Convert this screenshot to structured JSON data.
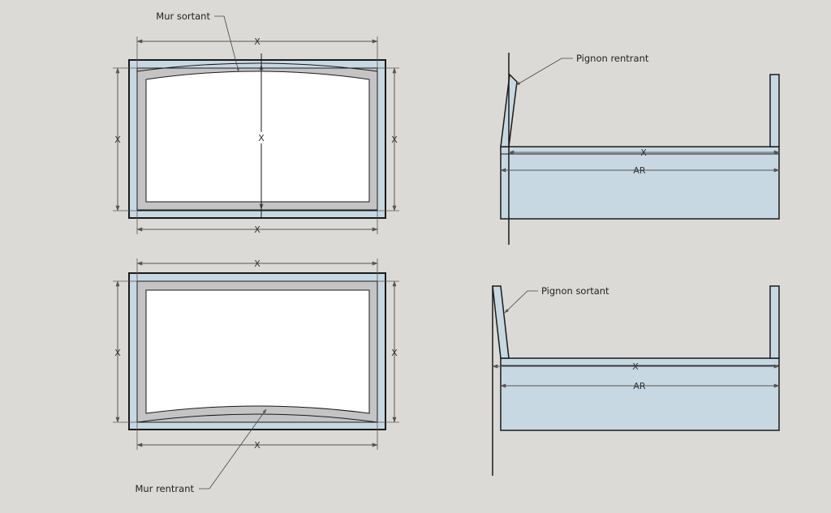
{
  "colors": {
    "background": "#dcdad6",
    "wall_fill": "#c8d8e2",
    "inner_wall_fill": "#c4c4c4",
    "floor_fill": "#ffffff",
    "outline": "#1a1a1a",
    "dimension_line": "#555555"
  },
  "labels": {
    "mur_sortant": "Mur sortant",
    "mur_rentrant": "Mur rentrant",
    "pignon_rentrant": "Pignon rentrant",
    "pignon_sortant": "Pignon sortant"
  },
  "dimensions": {
    "x": "X",
    "ar": "AR"
  }
}
